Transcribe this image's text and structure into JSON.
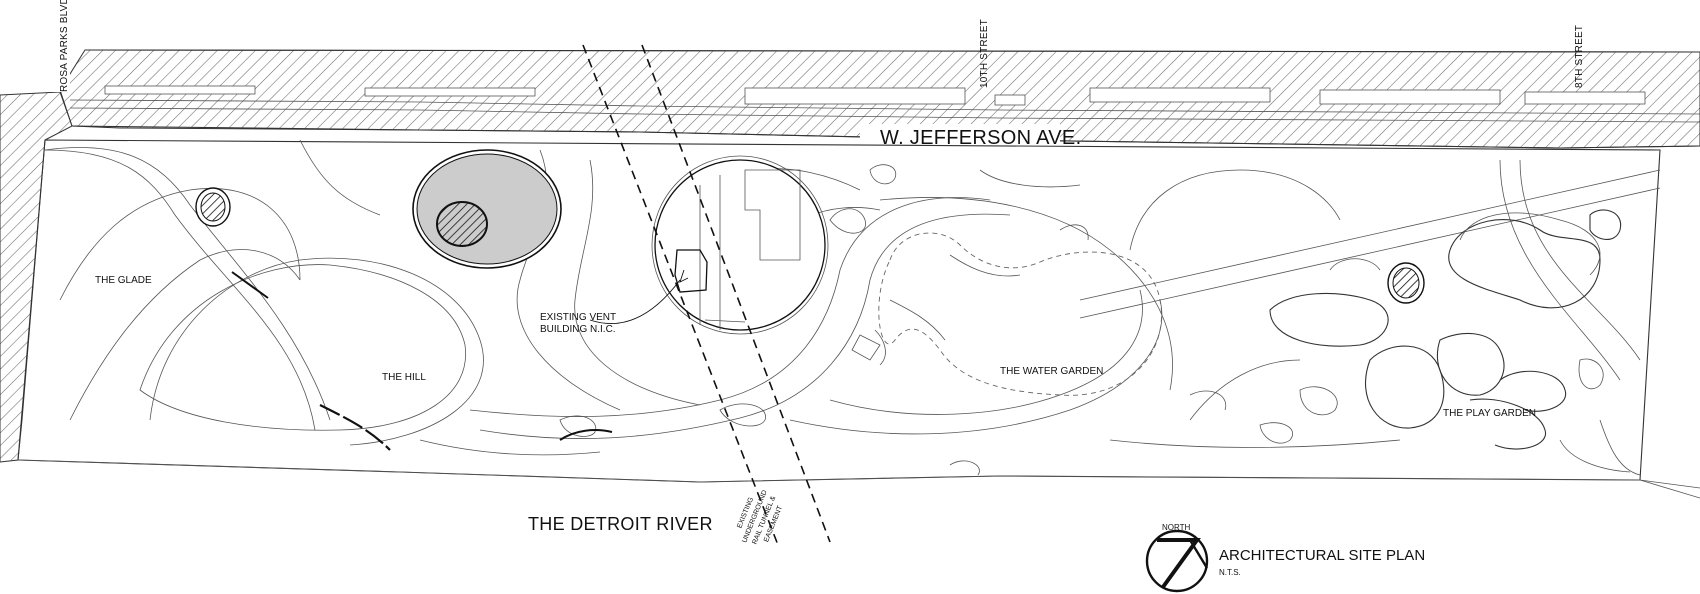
{
  "streets": {
    "rosa_parks": "ROSA PARKS BLVD.",
    "tenth": "10TH STREET",
    "eighth": "8TH STREET",
    "jefferson": "W. JEFFERSON AVE."
  },
  "areas": {
    "glade": "THE GLADE",
    "hill": "THE HILL",
    "water_garden": "THE WATER GARDEN",
    "play_garden": "THE PLAY GARDEN"
  },
  "annotations": {
    "vent_line1": "EXISTING VENT",
    "vent_line2": "BUILDING N.I.C.",
    "tunnel_line1": "EXISTING",
    "tunnel_line2": "UNDERGROUND",
    "tunnel_line3": "RAIL TUNNEL &",
    "tunnel_line4": "EASEMENT"
  },
  "river": "THE DETROIT RIVER",
  "title_block": {
    "north": "NORTH",
    "title": "ARCHITECTURAL SITE PLAN",
    "scale": "N.T.S."
  },
  "colors": {
    "line": "#111111",
    "hatch": "#6a6a6a",
    "plaza_fill": "#cccccc"
  }
}
